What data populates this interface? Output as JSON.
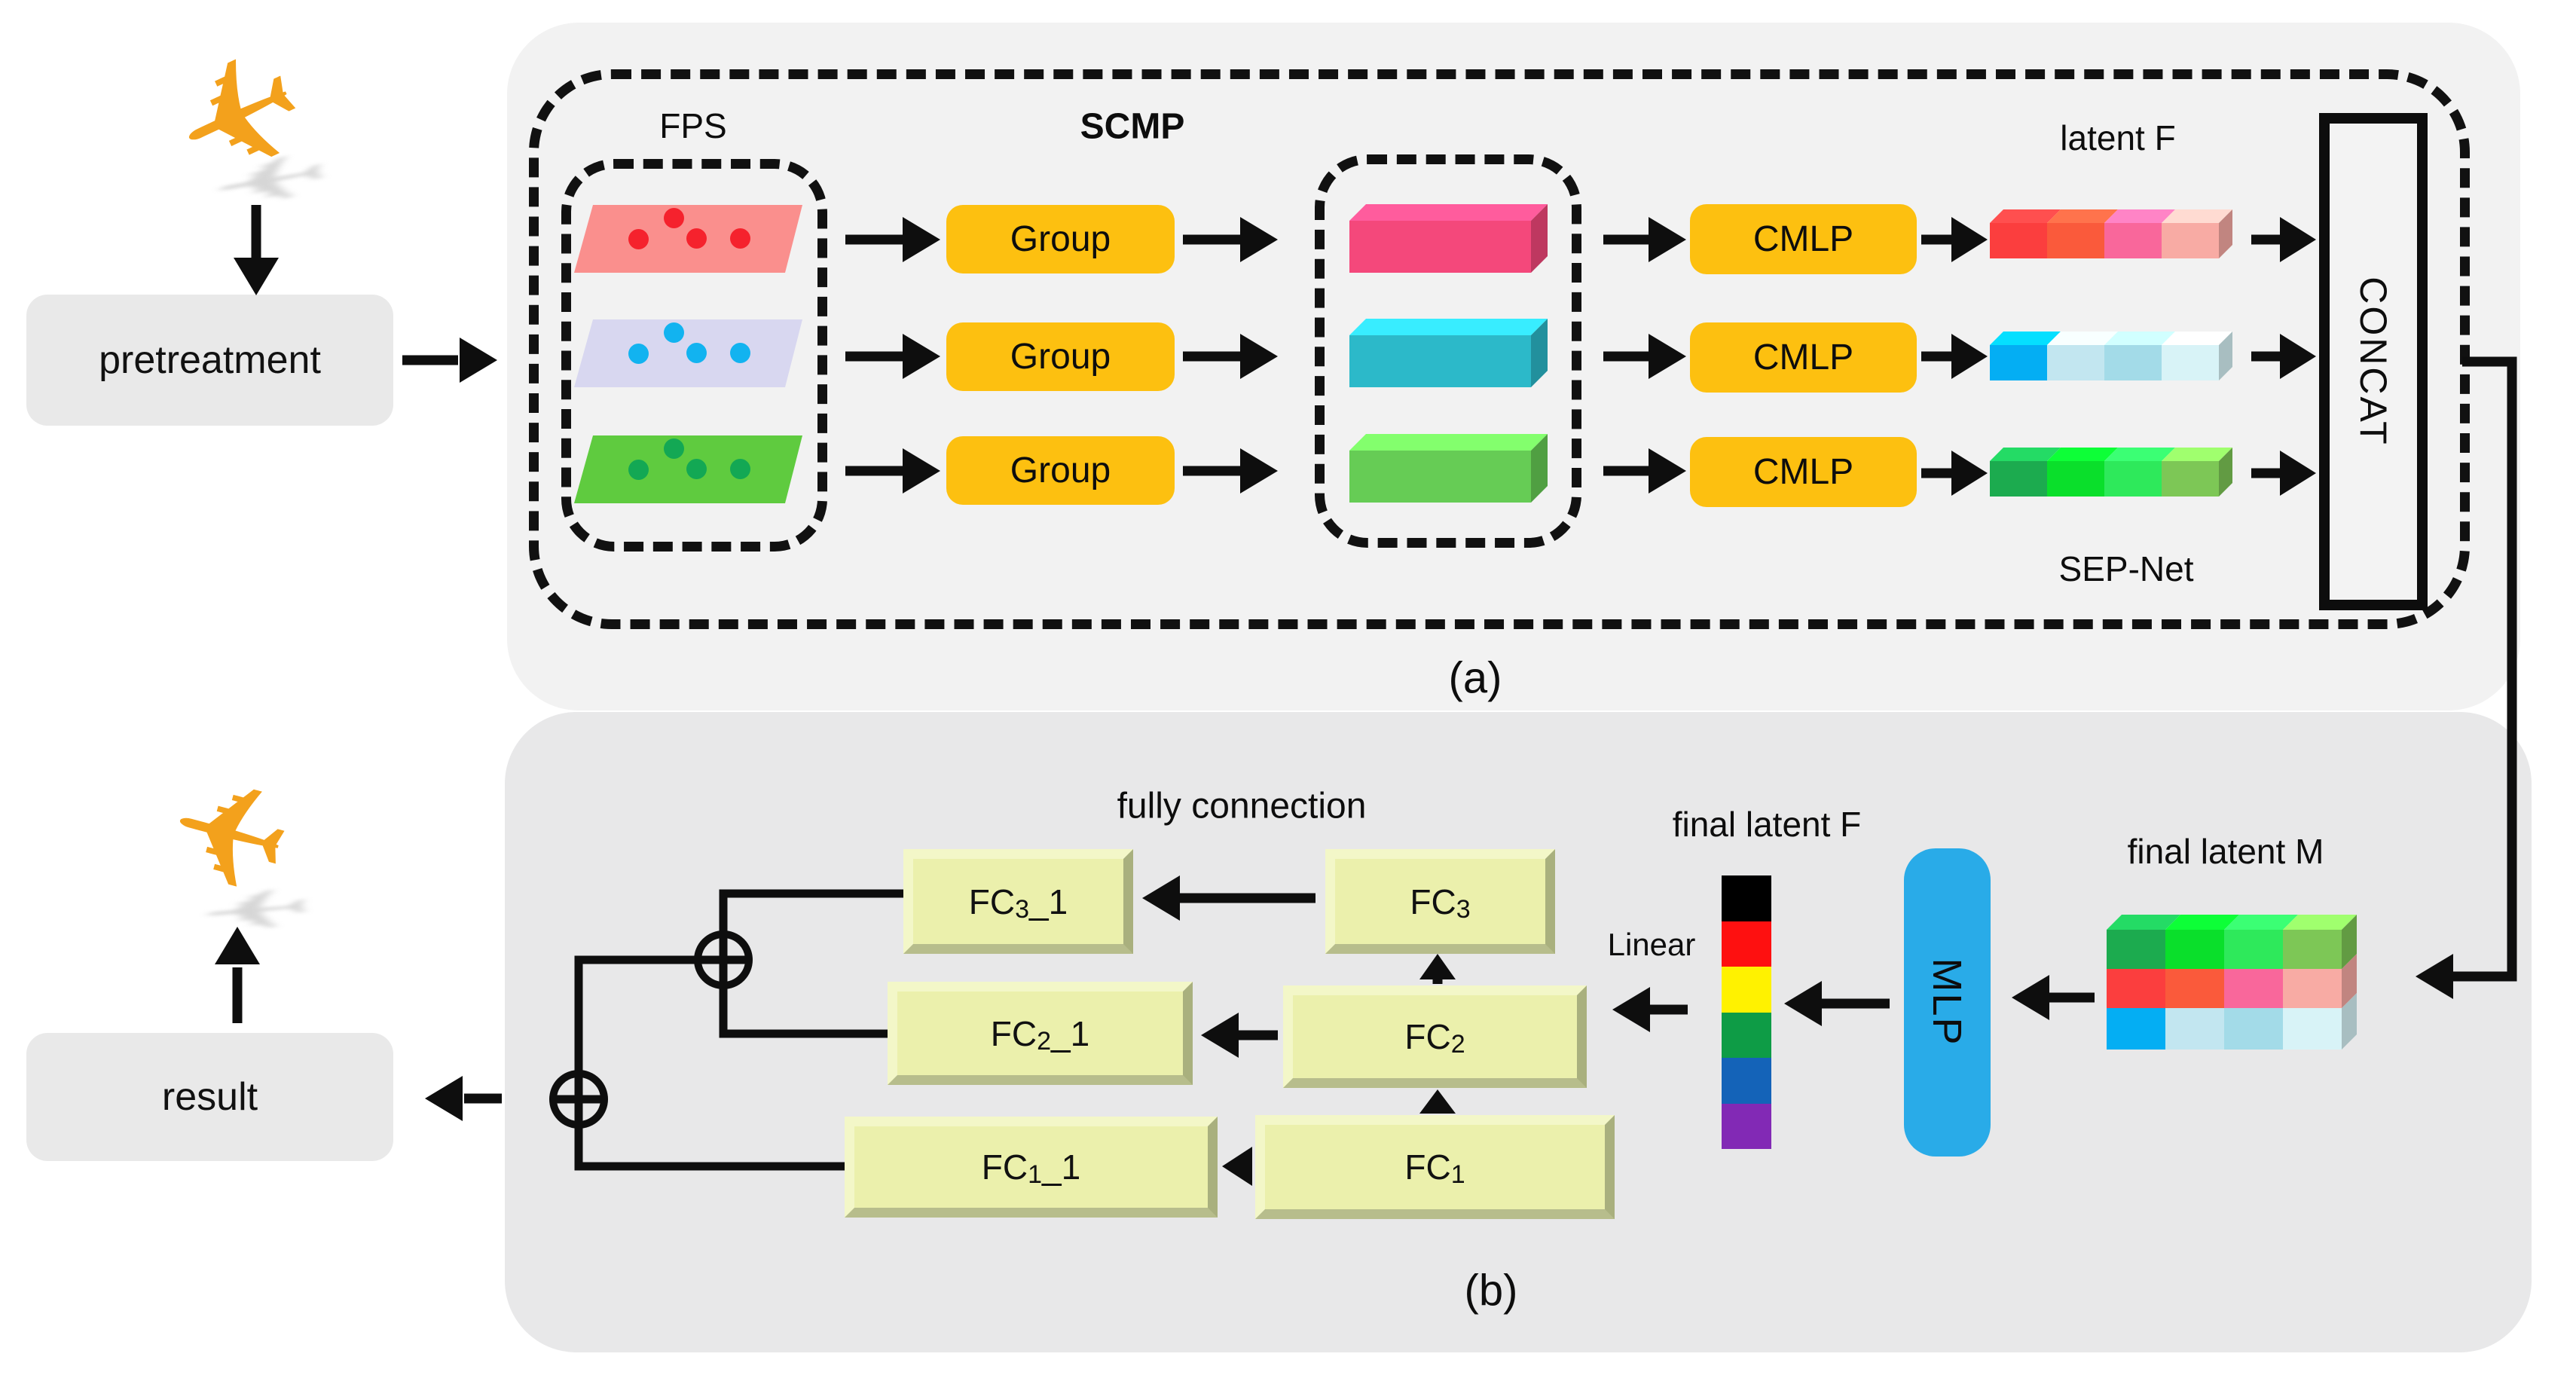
{
  "figure": {
    "a_label": "(a)",
    "b_label": "(b)",
    "airplane_glyph": "✈"
  },
  "pretreatment_label": "pretreatment",
  "result_label": "result",
  "panel_a": {
    "fps_label": "FPS",
    "scmp_label": "SCMP",
    "group_label": "Group",
    "cmlp_label": "CMLP",
    "latent_f_label": "latent F",
    "sep_net_label": "SEP-Net",
    "concat_label": "CONCAT",
    "rows": [
      {
        "id": "red",
        "plane_fill": "#FA8F8D",
        "dot_color": "#F5222D",
        "bar": {
          "front": "#F4487B"
        },
        "strip": [
          "#FB3E3E",
          "#FA5A3B",
          "#F9679B",
          "#F8ABA4"
        ]
      },
      {
        "id": "blue",
        "plane_fill": "#D8D7F0",
        "dot_color": "#12B3F0",
        "bar": {
          "front": "#2CB9C9"
        },
        "strip": [
          "#04AEF3",
          "#C2E6F0",
          "#A3DBE8",
          "#D8F3F7"
        ]
      },
      {
        "id": "green",
        "plane_fill": "#5FCB3F",
        "dot_color": "#13A854",
        "bar": {
          "front": "#66CC55"
        },
        "strip": [
          "#1CAB4F",
          "#0ADF2B",
          "#2EE95B",
          "#7DC756"
        ]
      }
    ]
  },
  "panel_b": {
    "fully_connection_label": "fully connection",
    "final_latent_f_label": "final latent F",
    "linear_label": "Linear",
    "mlp_label": "MLP",
    "final_latent_m_label": "final latent M",
    "mlp_color": "#29ABE8",
    "fc_left": [
      {
        "base": "FC",
        "sub": "3",
        "suffix": "_1"
      },
      {
        "base": "FC",
        "sub": "2",
        "suffix": "_1"
      },
      {
        "base": "FC",
        "sub": "1",
        "suffix": "_1"
      }
    ],
    "fc_right": [
      {
        "base": "FC",
        "sub": "3",
        "suffix": ""
      },
      {
        "base": "FC",
        "sub": "2",
        "suffix": ""
      },
      {
        "base": "FC",
        "sub": "1",
        "suffix": ""
      }
    ],
    "latent_f_column": [
      "#000000",
      "#FE1010",
      "#FFF200",
      "#0E9C46",
      "#1463B8",
      "#8229B5"
    ],
    "latent_m_rows": [
      {
        "id": "green",
        "cubes": [
          "#1CAB4F",
          "#0ADF2B",
          "#2EE95B",
          "#7DC756"
        ]
      },
      {
        "id": "red",
        "cubes": [
          "#FB3E3E",
          "#FA5A3B",
          "#F9679B",
          "#F8ABA4"
        ]
      },
      {
        "id": "blue",
        "cubes": [
          "#04AEF3",
          "#C2E6F0",
          "#A3DBE8",
          "#D8F3F7"
        ]
      }
    ]
  },
  "colors": {
    "page_bg": "#FFFFFF",
    "panel_a_bg": "#F2F2F2",
    "panel_b_bg": "#E8E8E9",
    "node_orange": "#FDC010",
    "io_box_gray": "#E9E9E9",
    "fc_front": "#EBF0AC",
    "line_black": "#0E0E0E",
    "plane_orange": "#F3A11C"
  }
}
